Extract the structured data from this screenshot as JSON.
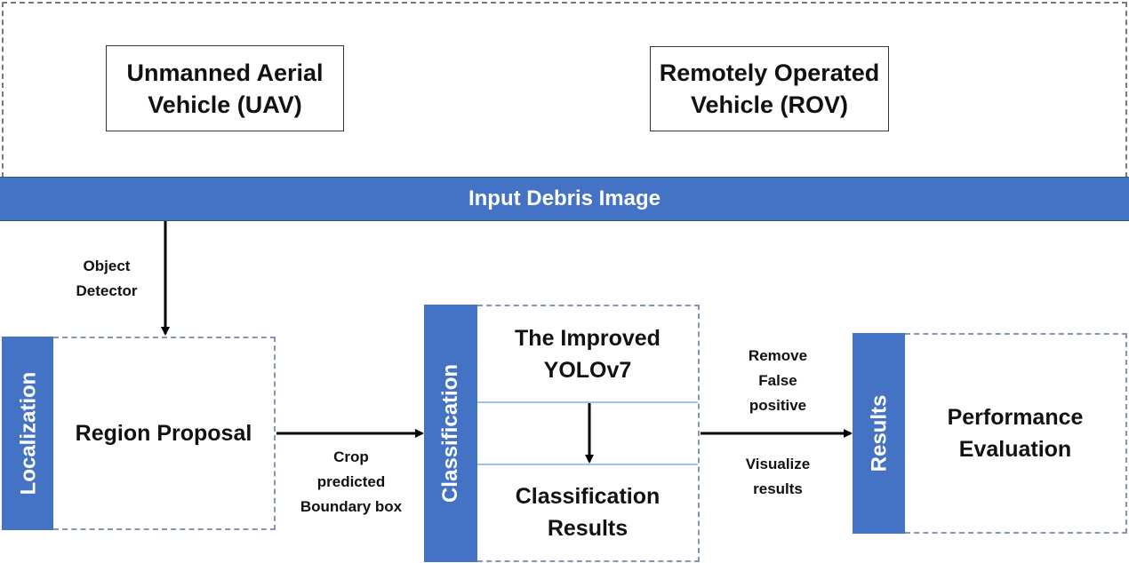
{
  "diagram": {
    "sources": [
      {
        "label": "Unmanned Aerial Vehicle (UAV)",
        "line1": "Unmanned Aerial",
        "line2": "Vehicle (UAV)"
      },
      {
        "label": "Remotely Operated Vehicle (ROV)",
        "line1": "Remotely Operated",
        "line2": "Vehicle (ROV)"
      }
    ],
    "input_bar": "Input Debris Image",
    "edge_labels": {
      "object_detector": {
        "line1": "Object",
        "line2": "Detector"
      },
      "crop": {
        "line1": "Crop",
        "line2": "predicted",
        "line3": "Boundary box"
      },
      "remove": {
        "line1": "Remove",
        "line2": "False",
        "line3": "positive"
      },
      "visualize": {
        "line1": "Visualize",
        "line2": "results"
      }
    },
    "stages": [
      {
        "side_label": "Localization",
        "content": "Region Proposal"
      },
      {
        "side_label": "Classification",
        "content_top": {
          "line1": "The Improved",
          "line2": "YOLOv7"
        },
        "content_bottom": {
          "line1": "Classification",
          "line2": "Results"
        }
      },
      {
        "side_label": "Results",
        "content": {
          "line1": "Performance",
          "line2": "Evaluation"
        }
      }
    ],
    "colors": {
      "accent_blue": "#4472c4",
      "panel_border": "#8496b0",
      "divider": "#9dc3e6"
    }
  }
}
